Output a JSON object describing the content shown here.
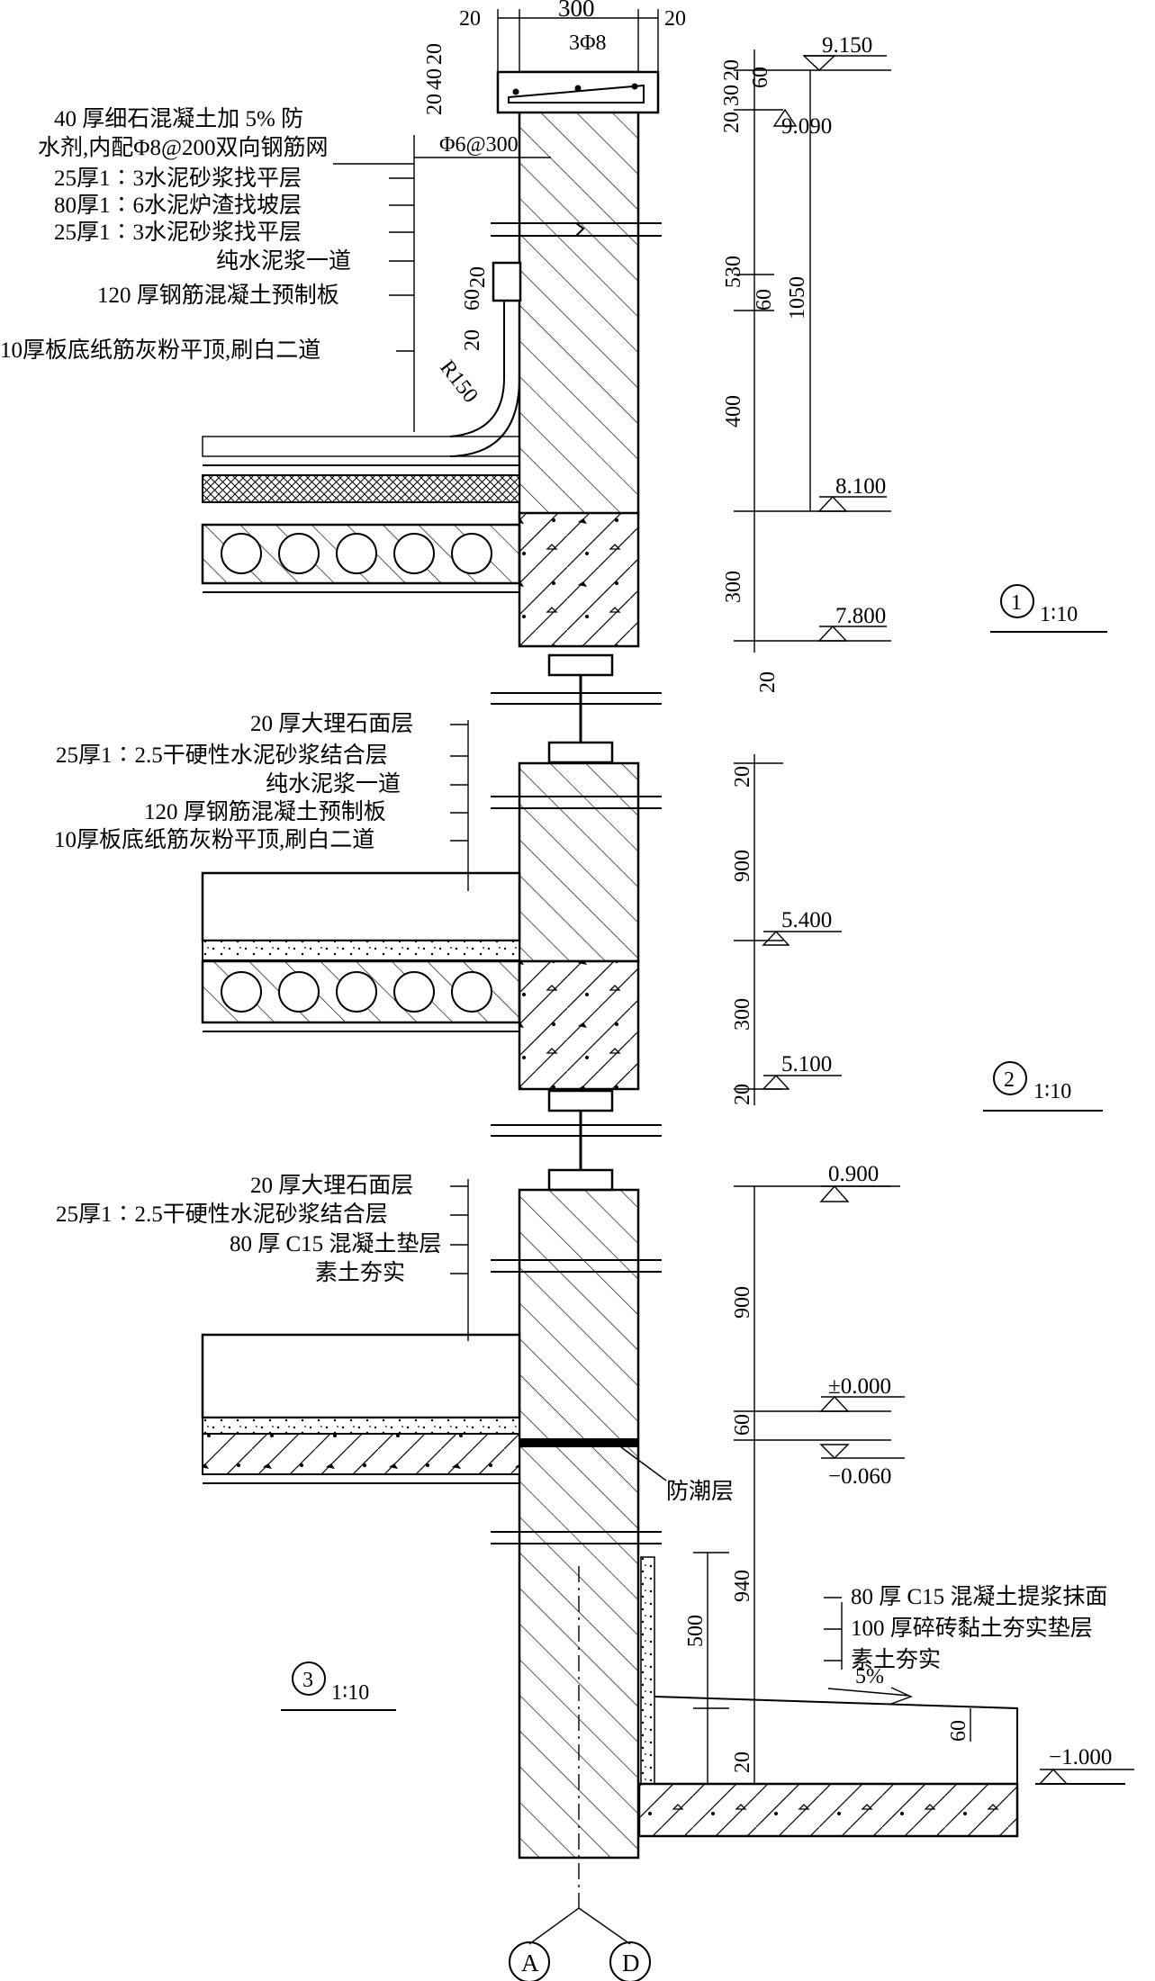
{
  "top_section": {
    "wall_width": "300",
    "edge_left": "20",
    "edge_right": "20",
    "rebar_top": "3Φ8",
    "stirrup": "Φ6@300",
    "small_dims_left": [
      "20",
      "40",
      "20"
    ],
    "small_dims_right": [
      "20",
      "30",
      "20"
    ],
    "dim_60_top": "60",
    "callout_labels": [
      "40 厚细石混凝土加 5% 防",
      "水剂,内配Φ8@200双向钢筋网",
      "25厚1∶3水泥砂浆找平层",
      "80厚1∶6水泥炉渣找坡层",
      "25厚1∶3水泥砂浆找平层",
      "纯水泥浆一道",
      "120 厚钢筋混凝土预制板",
      "10厚板底纸筋灰粉平顶,刷白二道"
    ],
    "gutter_dims": [
      "20",
      "60",
      "20"
    ],
    "radius": "R150",
    "vertical_dims": [
      "530",
      "60",
      "400",
      "300",
      "20"
    ],
    "total_dim": "1050",
    "elevations": [
      "9.150",
      "9.090",
      "8.100",
      "7.800"
    ],
    "detail_number": "1",
    "scale": "1∶10"
  },
  "middle_section": {
    "callout_labels": [
      "20 厚大理石面层",
      "25厚1∶2.5干硬性水泥砂浆结合层",
      "纯水泥浆一道",
      "120 厚钢筋混凝土预制板",
      "10厚板底纸筋灰粉平顶,刷白二道"
    ],
    "vertical_dims": [
      "20",
      "900",
      "300",
      "20"
    ],
    "elevations": [
      "5.400",
      "5.100"
    ],
    "detail_number": "2",
    "scale": "1∶10"
  },
  "bottom_section": {
    "callout_labels": [
      "20 厚大理石面层",
      "25厚1∶2.5干硬性水泥砂浆结合层",
      "80 厚 C15 混凝土垫层",
      "素土夯实"
    ],
    "dpc_label": "防潮层",
    "apron_labels": [
      "80 厚 C15 混凝土提浆抹面",
      "100 厚碎砖黏土夯实垫层",
      "素土夯实"
    ],
    "vertical_dims": [
      "900",
      "60",
      "940"
    ],
    "apron_dims": [
      "500",
      "20",
      "60"
    ],
    "slope": "5%",
    "elevations": [
      "0.900",
      "±0.000",
      "−0.060",
      "−1.000"
    ],
    "detail_number": "3",
    "scale": "1∶10",
    "axis_labels": [
      "A",
      "D"
    ]
  }
}
